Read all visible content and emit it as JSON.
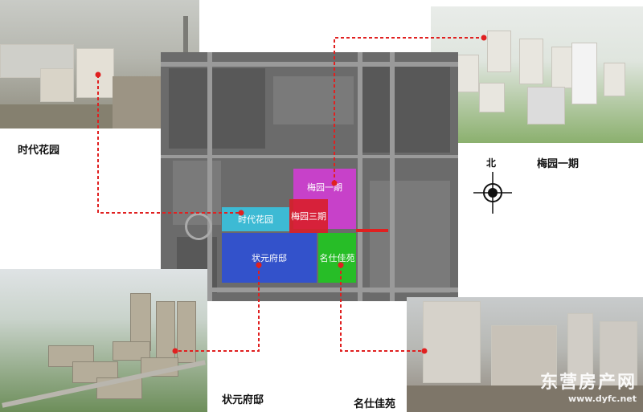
{
  "labels": {
    "shidai": "时代花园",
    "meiyuan1": "梅园一期",
    "zhuangyuan": "状元府邸",
    "mingshi": "名仕佳苑"
  },
  "map_zones": {
    "meiyuan1": "梅园一期",
    "shidai": "时代花园",
    "meiyuan3": "梅园三期",
    "zhuangyuan": "状元府邸",
    "mingshi": "名仕佳苑"
  },
  "compass": {
    "north": "北"
  },
  "watermark": {
    "brand": "东营房产网",
    "url": "www.dyfc.net"
  },
  "colors": {
    "meiyuan1": "#d43bd6",
    "shidai": "#35c8e6",
    "meiyuan3": "#d81e2a",
    "zhuangyuan": "#2b4fd8",
    "mingshi": "#22c422",
    "connector": "#e02020"
  }
}
